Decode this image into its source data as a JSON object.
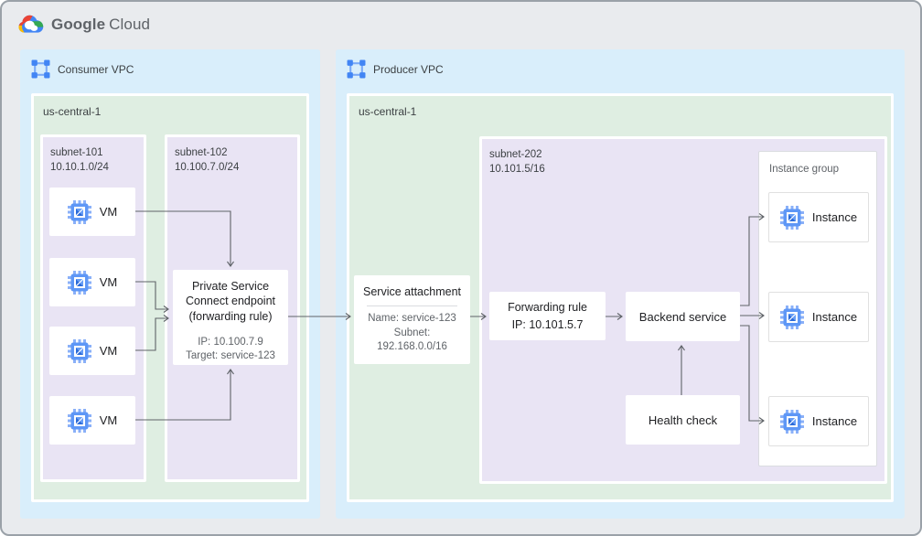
{
  "header": {
    "logo_brand": "Google",
    "logo_product": "Cloud"
  },
  "consumer_vpc": {
    "label": "Consumer VPC",
    "region": {
      "label": "us-central-1",
      "subnet_101": {
        "name": "subnet-101",
        "cidr": "10.10.1.0/24",
        "vms": [
          {
            "label": "VM"
          },
          {
            "label": "VM"
          },
          {
            "label": "VM"
          },
          {
            "label": "VM"
          }
        ]
      },
      "subnet_102": {
        "name": "subnet-102",
        "cidr": "10.100.7.0/24",
        "psc_endpoint": {
          "title": "Private Service Connect endpoint (forwarding rule)",
          "ip": "IP: 10.100.7.9",
          "target": "Target: service-123"
        }
      }
    }
  },
  "producer_vpc": {
    "label": "Producer VPC",
    "region": {
      "label": "us-central-1",
      "service_attachment": {
        "title": "Service attachment",
        "name": "Name: service-123",
        "subnet_label": "Subnet:",
        "subnet_cidr": "192.168.0.0/16"
      },
      "subnet_202": {
        "name": "subnet-202",
        "cidr": "10.101.5/16",
        "forwarding_rule": {
          "title": "Forwarding rule",
          "ip": "IP: 10.101.5.7"
        },
        "backend_service": {
          "label": "Backend service"
        },
        "health_check": {
          "label": "Health check"
        },
        "instance_group": {
          "label": "Instance group",
          "instances": [
            {
              "label": "Instance"
            },
            {
              "label": "Instance"
            },
            {
              "label": "Instance"
            }
          ]
        }
      }
    }
  },
  "colors": {
    "vpc_fill": "#d9eefb",
    "region_fill": "#dfeee2",
    "subnet_fill": "#e9e4f4",
    "canvas_fill": "#e9ebee",
    "arrow": "#5f6368",
    "icon_blue": "#4285f4",
    "logo_red": "#ea4335",
    "logo_yellow": "#fbbc04",
    "logo_green": "#34a853"
  }
}
